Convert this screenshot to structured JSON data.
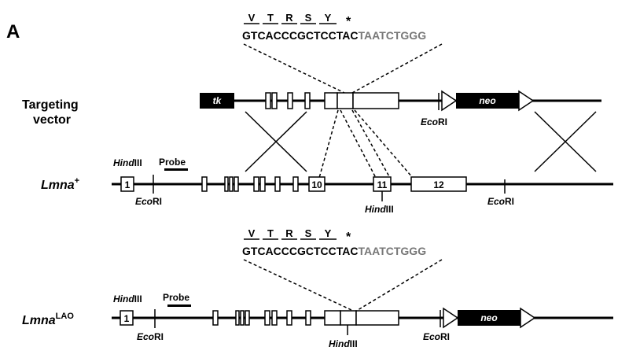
{
  "panel_label": "A",
  "sequence": {
    "amino_acids": [
      "V",
      "T",
      "R",
      "S",
      "Y"
    ],
    "stop": "*",
    "coding": "GTCACCCGCTCCTAC",
    "utr": "TAATCTGGG"
  },
  "rows": {
    "targeting_vector": {
      "line1": "Targeting",
      "line2": "vector",
      "tk": "tk",
      "neo": "neo"
    },
    "wt": {
      "name": "Lmna",
      "sup": "+"
    },
    "lao": {
      "name": "Lmna",
      "sup": "LAO",
      "neo": "neo"
    }
  },
  "labels": {
    "hind_italic": "Hind",
    "hind_roman": "III",
    "eco_italic": "Eco",
    "eco_roman": "RI",
    "probe": "Probe"
  },
  "exons": {
    "e1": "1",
    "e10": "10",
    "e11": "11",
    "e12": "12"
  }
}
